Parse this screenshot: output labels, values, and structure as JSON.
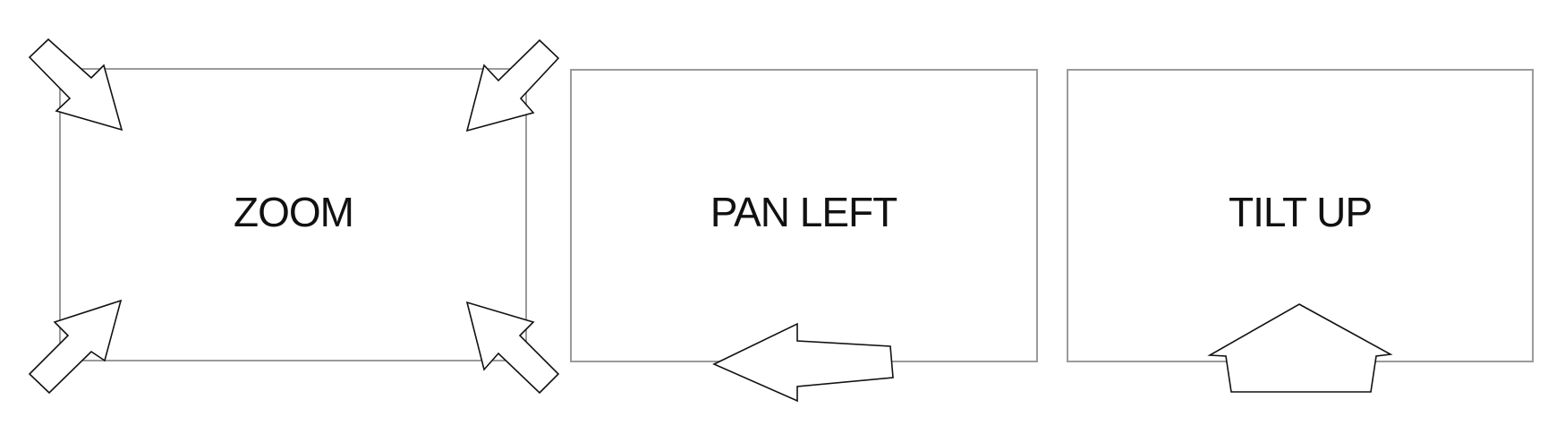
{
  "panels": [
    {
      "id": "zoom",
      "label": "ZOOM"
    },
    {
      "id": "pan-left",
      "label": "PAN LEFT"
    },
    {
      "id": "tilt-up",
      "label": "TILT UP"
    }
  ],
  "colors": {
    "frame_stroke": "#9a9a9a",
    "arrow_stroke": "#111111",
    "text": "#111111",
    "background": "#ffffff"
  },
  "icons": {
    "zoom": [
      "arrow-down-right-icon",
      "arrow-down-left-icon",
      "arrow-up-right-icon",
      "arrow-up-left-icon"
    ],
    "pan-left": [
      "arrow-left-icon"
    ],
    "tilt-up": [
      "arrow-up-icon"
    ]
  }
}
